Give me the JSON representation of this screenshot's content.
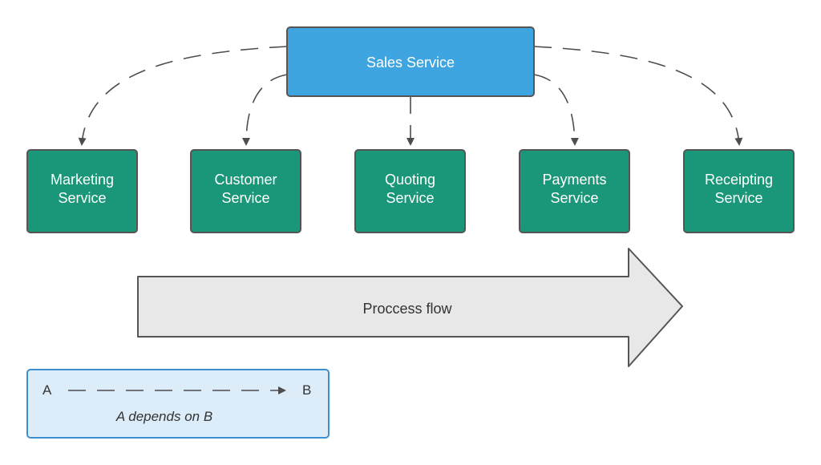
{
  "nodes": {
    "sales": {
      "label": "Sales Service"
    },
    "marketing": {
      "line1": "Marketing",
      "line2": "Service"
    },
    "customer": {
      "line1": "Customer",
      "line2": "Service"
    },
    "quoting": {
      "line1": "Quoting",
      "line2": "Service"
    },
    "payments": {
      "line1": "Payments",
      "line2": "Service"
    },
    "receipting": {
      "line1": "Receipting",
      "line2": "Service"
    }
  },
  "flow": {
    "label": "Proccess flow"
  },
  "legend": {
    "from": "A",
    "to": "B",
    "caption": "A depends on B"
  },
  "colors": {
    "sales_fill": "#3ea5e0",
    "service_fill": "#1a9679",
    "arrow_fill": "#e8e8e8",
    "legend_fill": "#dcecf8",
    "legend_border": "#3e8fcf"
  }
}
